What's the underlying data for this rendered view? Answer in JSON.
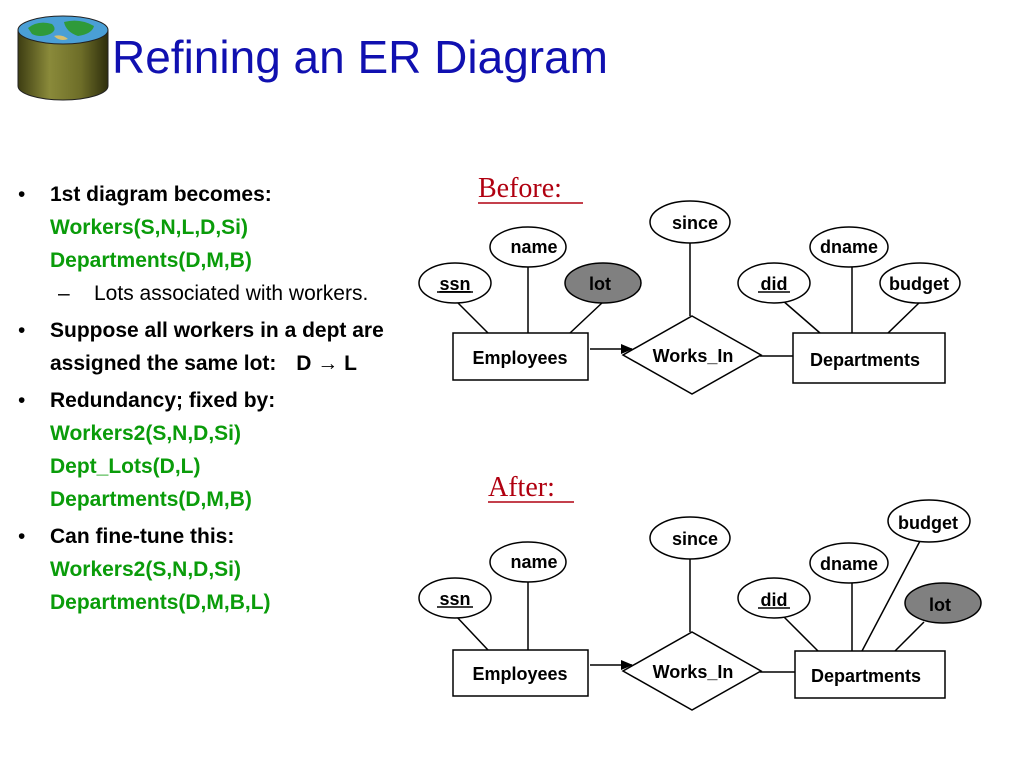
{
  "slide": {
    "title": "Refining an ER Diagram",
    "logo_icon": "database-globe-icon"
  },
  "bullets": [
    {
      "lead": "1st diagram becomes:",
      "green": [
        "Workers(S,N,L,D,Si)",
        "Departments(D,M,B)"
      ],
      "sub": [
        "Lots associated with workers."
      ]
    },
    {
      "lead": "Suppose all workers in a dept are assigned the same lot:",
      "fd_left": "D",
      "fd_arrow": "→",
      "fd_right": "L"
    },
    {
      "lead": "Redundancy; fixed by:",
      "green": [
        "Workers2(S,N,D,Si)",
        "Dept_Lots(D,L)",
        "Departments(D,M,B)"
      ]
    },
    {
      "lead": "Can fine-tune this:",
      "green": [
        "Workers2(S,N,D,Si)",
        "Departments(D,M,B,L)"
      ]
    }
  ],
  "diagrams": {
    "before": {
      "caption": "Before:",
      "entity_left": "Employees",
      "relationship": "Works_In",
      "entity_right": "Departments",
      "attr_ssn": "ssn",
      "attr_name": "name",
      "attr_lot": "lot",
      "attr_since": "since",
      "attr_did": "did",
      "attr_dname": "dname",
      "attr_budget": "budget"
    },
    "after": {
      "caption": "After:",
      "entity_left": "Employees",
      "relationship": "Works_In",
      "entity_right": "Departments",
      "attr_ssn": "ssn",
      "attr_name": "name",
      "attr_since": "since",
      "attr_did": "did",
      "attr_dname": "dname",
      "attr_budget": "budget",
      "attr_lot": "lot"
    }
  },
  "colors": {
    "title": "#1010b0",
    "green_text": "#0a9c0a",
    "caption": "#b00010",
    "highlight_attr": "#808080"
  }
}
